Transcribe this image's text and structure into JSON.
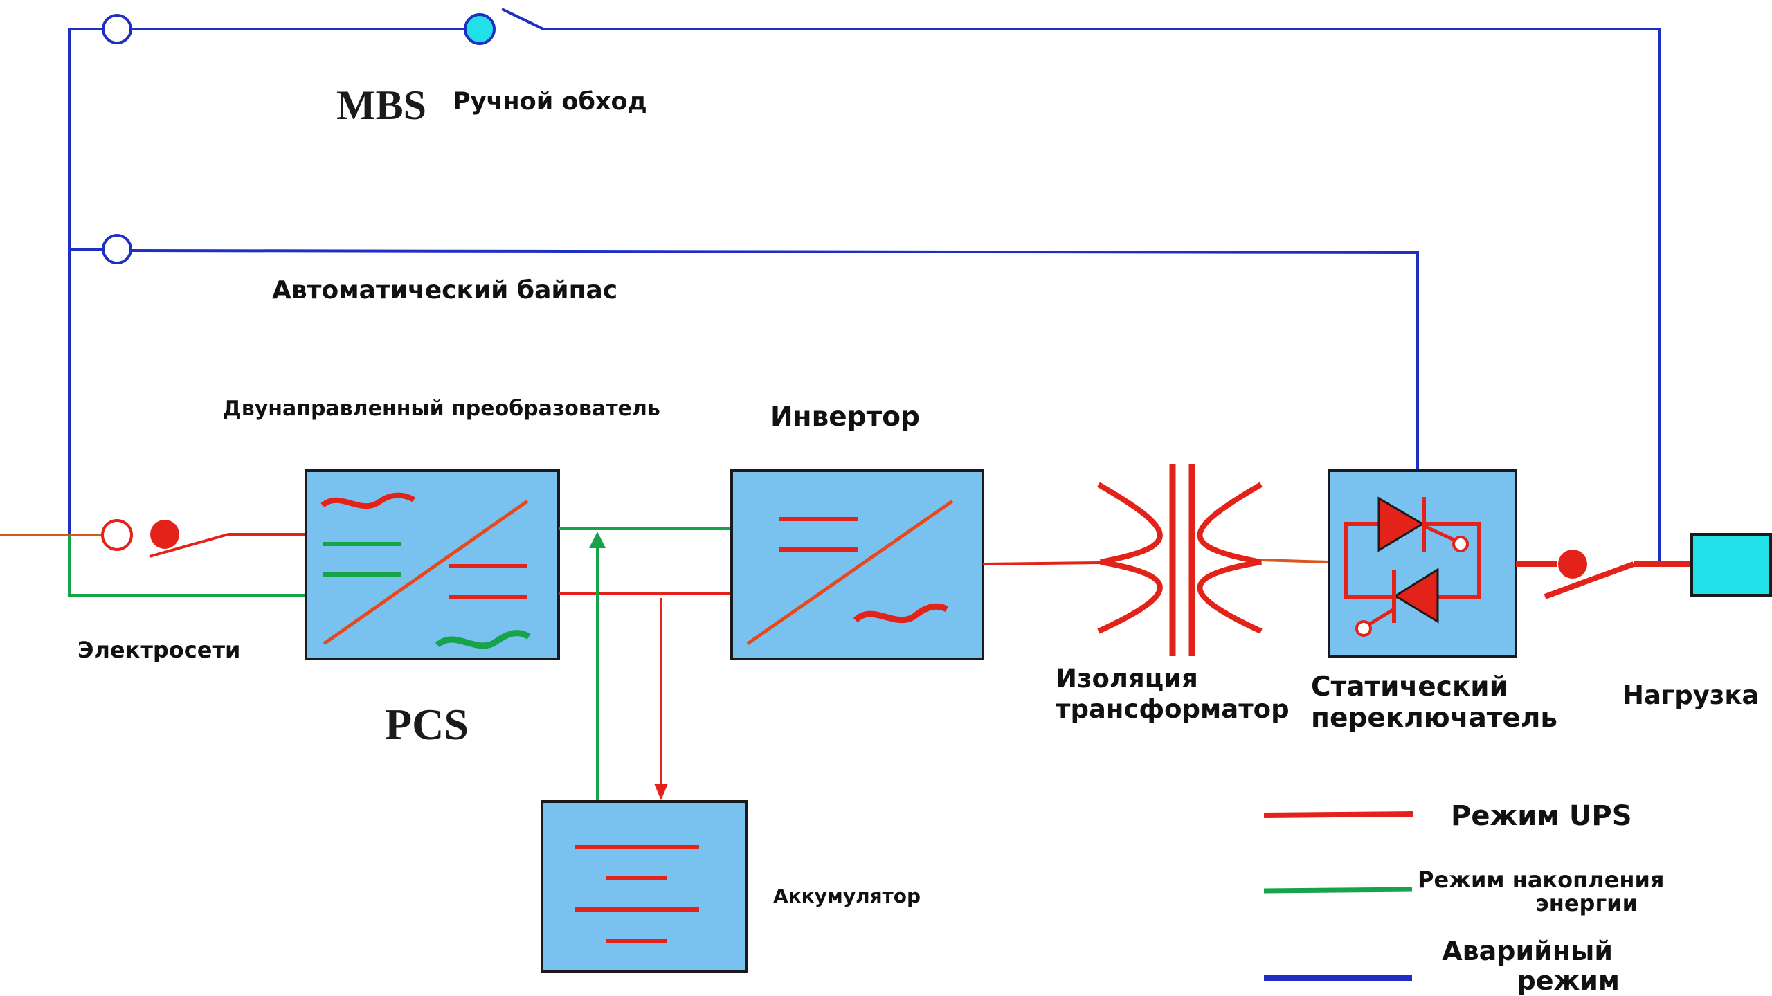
{
  "labels": {
    "mbs": "MBS",
    "manual_bypass": "Ручной обход",
    "auto_bypass": "Автоматический байпас",
    "bidir_converter": "Двунаправленный преобразователь",
    "inverter": "Инвертор",
    "grid": "Электросети",
    "pcs": "PCS",
    "isolation_line1": "Изоляция",
    "isolation_line2": "трансформатор",
    "static_line1": "Статический",
    "static_line2": "переключатель",
    "load": "Нагрузка",
    "battery": "Аккумулятор"
  },
  "legend": {
    "ups_mode": "Режим UPS",
    "storage_line1": "Режим накопления",
    "storage_line2": "энергии",
    "emergency_line1": "Аварийный",
    "emergency_line2": "режим"
  },
  "colors": {
    "ups": "#e32219",
    "storage": "#16a34a",
    "emergency": "#1f2fc4",
    "block_fill": "#79c2f0",
    "load_fill": "#22e0e8"
  }
}
